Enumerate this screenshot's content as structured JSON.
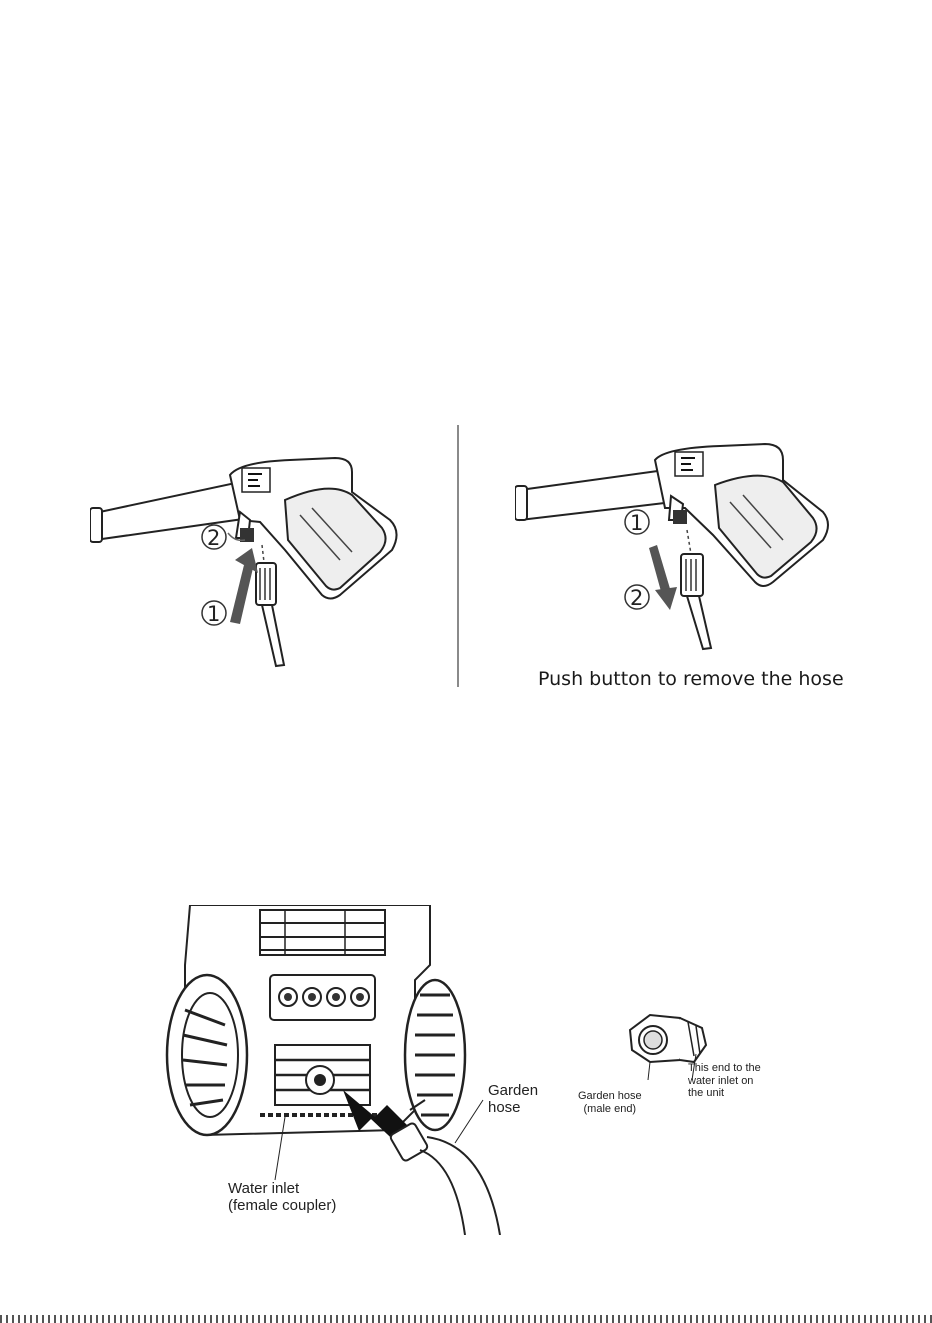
{
  "gun_panel_left": {
    "step_labels": [
      "1",
      "2"
    ]
  },
  "gun_panel_right": {
    "step_labels": [
      "1",
      "2"
    ],
    "caption": "Push button to remove the hose"
  },
  "inlet_figure": {
    "labels": {
      "garden_hose": "Garden\nhose",
      "water_inlet": "Water inlet\n(female coupler)"
    }
  },
  "coupler_figure": {
    "labels": {
      "garden_hose_male": "Garden hose\n(male end)",
      "this_end": "This end to the\nwater inlet on\nthe unit"
    }
  }
}
